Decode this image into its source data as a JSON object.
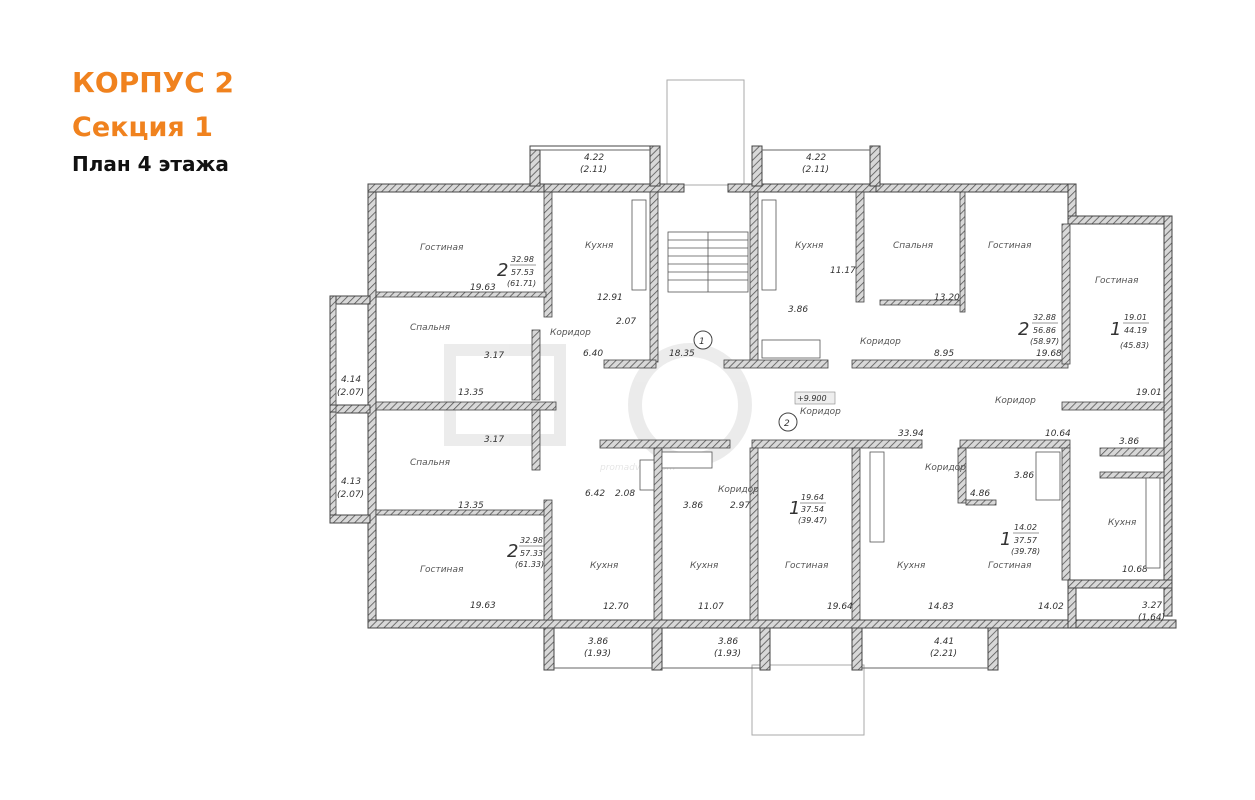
{
  "header": {
    "building": "КОРПУС 2",
    "section": "Секция 1",
    "plan": "План 4 этажа"
  },
  "colors": {
    "accent": "#f0821e",
    "wall": "#7a7a7a",
    "hatch": "#555555",
    "text": "#111111"
  },
  "plan": {
    "elevation": "+9.900",
    "corridor_label": "Коридор",
    "stair_numbers": [
      "1",
      "2"
    ],
    "room_names": {
      "living": "Гостиная",
      "kitchen": "Кухня",
      "bedroom": "Спальня",
      "corridor": "Коридор"
    },
    "apartments": [
      {
        "id": "tl",
        "rooms": "2",
        "living_area": "32.98",
        "total_area": "57.53",
        "total_with_balcony": "(61.71)"
      },
      {
        "id": "bl",
        "rooms": "2",
        "living_area": "32.98",
        "total_area": "57.33",
        "total_with_balcony": "(61.33)"
      },
      {
        "id": "tr1",
        "rooms": "2",
        "living_area": "32.88",
        "total_area": "56.86",
        "total_with_balcony": "(58.97)"
      },
      {
        "id": "tr2",
        "rooms": "1",
        "living_area": "19.01",
        "total_area": "44.19",
        "total_with_balcony": "(45.83)"
      },
      {
        "id": "bm",
        "rooms": "1",
        "living_area": "19.64",
        "total_area": "37.54",
        "total_with_balcony": "(39.47)"
      },
      {
        "id": "br",
        "rooms": "1",
        "living_area": "14.02",
        "total_area": "37.57",
        "total_with_balcony": "(39.78)"
      }
    ],
    "room_areas": [
      "19.63",
      "3.17",
      "13.35",
      "3.17",
      "13.35",
      "19.63",
      "12.91",
      "2.07",
      "6.40",
      "18.35",
      "11.17",
      "3.86",
      "13.20",
      "8.95",
      "19.68",
      "19.01",
      "10.64",
      "3.86",
      "33.94",
      "6.42",
      "2.08",
      "3.86",
      "2.97",
      "12.70",
      "11.07",
      "19.64",
      "14.83",
      "4.86",
      "3.86",
      "14.02",
      "10.68"
    ],
    "balconies": [
      {
        "area": "4.22",
        "reduced": "(2.11)"
      },
      {
        "area": "4.22",
        "reduced": "(2.11)"
      },
      {
        "area": "4.14",
        "reduced": "(2.07)"
      },
      {
        "area": "4.13",
        "reduced": "(2.07)"
      },
      {
        "area": "3.86",
        "reduced": "(1.93)"
      },
      {
        "area": "3.86",
        "reduced": "(1.93)"
      },
      {
        "area": "4.41",
        "reduced": "(2.21)"
      },
      {
        "area": "3.27",
        "reduced": "(1.64)"
      }
    ],
    "watermark": "promadvizh.com"
  }
}
